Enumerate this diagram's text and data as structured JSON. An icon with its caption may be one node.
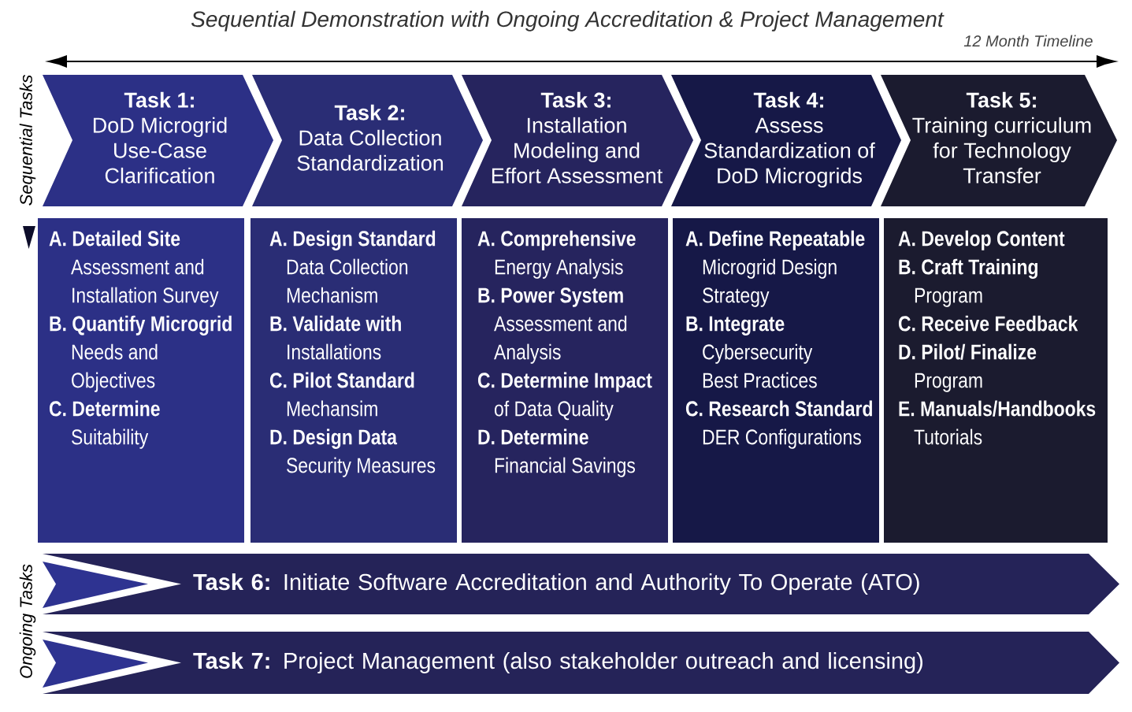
{
  "diagram": {
    "title": "Sequential Demonstration with Ongoing Accreditation & Project Management",
    "nodes": [
      {
        "text": [
          "Task 1:",
          "DoD Microgrid Use-Case Clarification"
        ]
      },
      {
        "text": [
          "Task 2:",
          "Data Collection Standardization"
        ]
      },
      {
        "text": [
          "Task 3:",
          "Installation Modeling and Effort Assessment"
        ]
      },
      {
        "text": [
          "Task 4:",
          "Assess Standardization of DoD Microgrids"
        ]
      },
      {
        "text": [
          "Task 5:",
          "Training curriculum for Technology Transfer"
        ]
      },
      {
        "text": [
          "**A. Detailed Site** Assessment and Installation Survey",
          "**B. Quantify Microgrid** Needs and Objectives",
          "**C. Determine** Suitability"
        ]
      },
      {
        "text": [
          "**A. Design Standard** Data Collection Mechanism",
          "**B. Validate with** Installations",
          "**C. Pilot Standard** Mechansim",
          "**D. Design Data** Security Measures"
        ]
      },
      {
        "text": [
          "**A. Comprehensive** Energy Analysis",
          "**B. Power System** Assessment and Analysis",
          "**C. Determine Impact** of Data Quality",
          "**D. Determine** Financial Savings"
        ]
      },
      {
        "text": [
          "**A. Define Repeatable** Microgrid Design Strategy",
          "**B. Integrate** Cybersecurity Best Practices",
          "**C. Research Standard** DER Configurations"
        ]
      },
      {
        "text": [
          "A. Develop Content",
          "**B. Craft Training** Program",
          "C. Receive Feedback",
          "**D. Pilot/ Finalize** Program",
          "**E. Manuals/Handbooks** Tutorials"
        ]
      },
      {
        "text": [
          "**Task 6:** Initiate Software Accreditation and Authority To Operate (ATO)"
        ]
      },
      {
        "text": [
          "**Task 7:** Project Management (also stakeholder outreach and licensing)"
        ]
      }
    ],
    "labels": [
      "12 Month Timeline",
      "Sequential Tasks",
      "Ongoing Tasks"
    ]
  }
}
